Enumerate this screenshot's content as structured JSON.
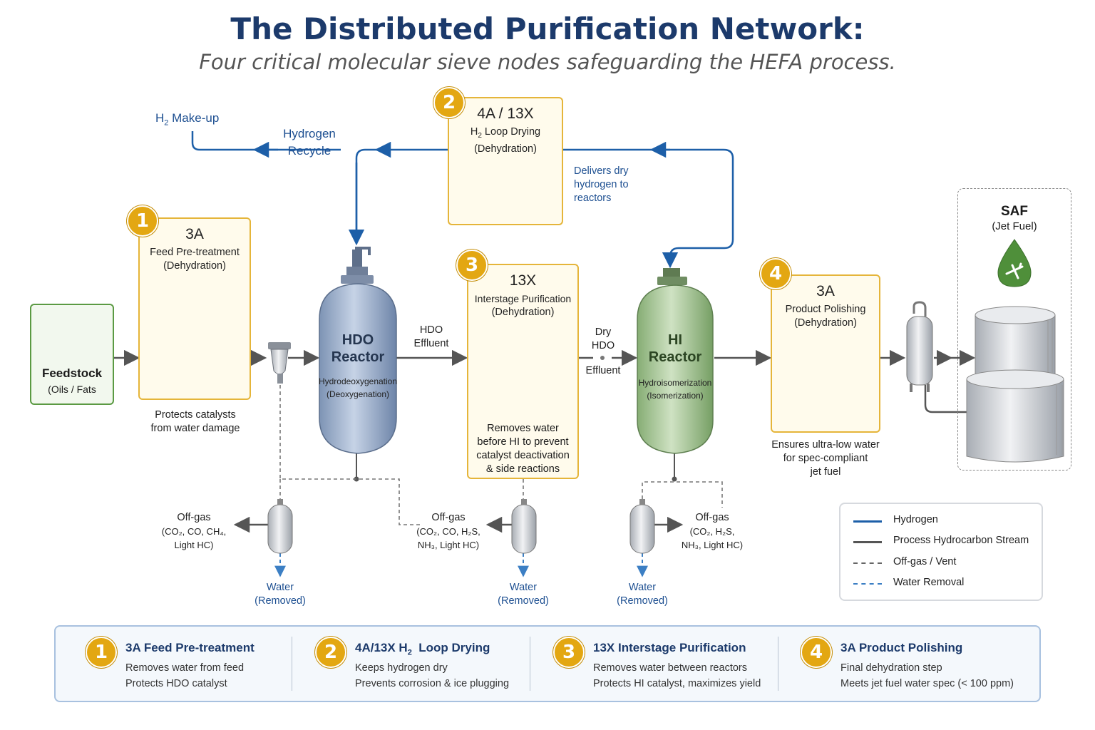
{
  "header": {
    "title": "The Distributed Purification Network:",
    "subtitle": "Four critical molecular sieve nodes safeguarding the HEFA process."
  },
  "feedstock": {
    "name": "Feedstock",
    "detail": "(Oils / Fats"
  },
  "nodes": [
    {
      "number": "1",
      "code": "3A",
      "name": "Feed Pre-treatment",
      "mode": "(Dehydration)",
      "note_1": "Protects catalysts",
      "note_2": "from water damage"
    },
    {
      "number": "2",
      "code": "4A / 13X",
      "name_prefix": "H",
      "name_sub": "2",
      "name_suffix": " Loop Drying",
      "mode": "(Dehydration)",
      "note_1": "Delivers dry",
      "note_2": "hydrogen to",
      "note_3": "reactors"
    },
    {
      "number": "3",
      "code": "13X",
      "name": "Interstage Purification",
      "mode": "(Dehydration)",
      "note_1": "Removes water",
      "note_2": "before HI to prevent",
      "note_3": "catalyst deactivation",
      "note_4": "& side reactions"
    },
    {
      "number": "4",
      "code": "3A",
      "name": "Product Polishing",
      "mode": "(Dehydration)",
      "note_1": "Ensures ultra-low water",
      "note_2": "for spec-compliant",
      "note_3": "jet fuel"
    }
  ],
  "reactors": [
    {
      "line1": "HDO",
      "line2": "Reactor",
      "process": "Hydrodeoxygenation",
      "sub": "(Deoxygenation)"
    },
    {
      "line1": "HI",
      "line2": "Reactor",
      "process": "Hydroisomerization",
      "sub": "(Isomerization)"
    }
  ],
  "streams": {
    "h2_makeup_pre": "H",
    "h2_makeup_sub": "2",
    "h2_makeup_post": " Make-up",
    "recycle_1": "Hydrogen",
    "recycle_2": "Recycle",
    "hdo_effluent_1": "HDO",
    "hdo_effluent_2": "Effluent",
    "dry_1": "Dry",
    "dry_2": "HDO",
    "dry_3": "Effluent"
  },
  "offgas": [
    {
      "title": "Off-gas",
      "l2": "(CO₂, CO, CH₄,",
      "l3": "Light HC)"
    },
    {
      "title": "Off-gas",
      "l2": "(CO₂, CO, H₂S,",
      "l3": "NH₃, Light HC)"
    },
    {
      "title": "Off-gas",
      "l2": "(CO₂, H₂S,",
      "l3": "NH₃, Light HC)"
    }
  ],
  "water": {
    "title": "Water",
    "sub": "(Removed)"
  },
  "product": {
    "name": "SAF",
    "detail": "(Jet Fuel)"
  },
  "legend": {
    "items": [
      {
        "label": "Hydrogen",
        "color": "#1d5fa8",
        "style": "solid"
      },
      {
        "label": "Process Hydrocarbon Stream",
        "color": "#555555",
        "style": "solid"
      },
      {
        "label": "Off-gas / Vent",
        "color": "#666666",
        "style": "dashed"
      },
      {
        "label": "Water Removal",
        "color": "#3c7fc4",
        "style": "dashed"
      }
    ]
  },
  "summary": [
    {
      "number": "1",
      "title": "3A Feed Pre-treatment",
      "line1": "Removes water from feed",
      "line2": "Protects HDO catalyst"
    },
    {
      "number": "2",
      "title_pre": "4A/13X H",
      "title_sub": "2",
      "title_post": "  Loop Drying",
      "line1": "Keeps hydrogen dry",
      "line2": "Prevents corrosion & ice plugging"
    },
    {
      "number": "3",
      "title": "13X Interstage Purification",
      "line1": "Removes water between reactors",
      "line2": "Protects HI catalyst, maximizes yield"
    },
    {
      "number": "4",
      "title": "3A Product Polishing",
      "line1": "Final dehydration step",
      "line2": "Meets jet fuel water spec (< 100 ppm)"
    }
  ],
  "colors": {
    "hydrogen": "#1d5fa8",
    "process": "#555555",
    "node_border": "#e5b53a",
    "badge": "#e3a712",
    "hdo_vessel": "#9fb3cf",
    "hi_vessel": "#a9c99a",
    "sieve": "#e4b543",
    "title": "#1c3a6b"
  }
}
